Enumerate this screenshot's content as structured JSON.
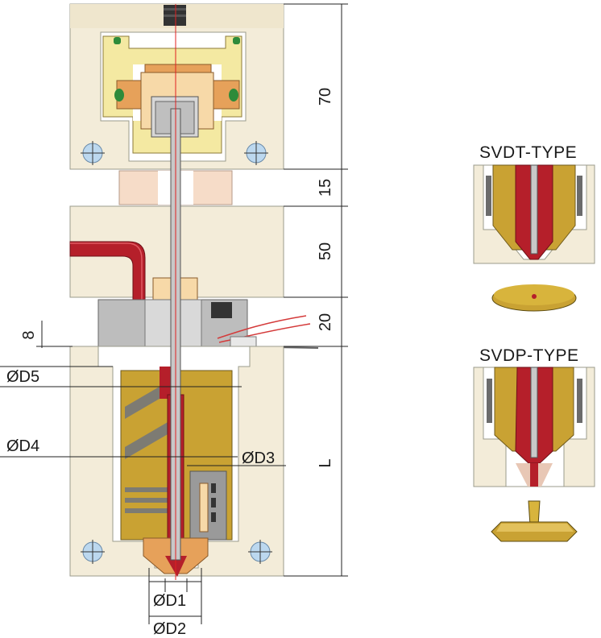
{
  "dimensions": {
    "top_plate": "70",
    "spacer": "15",
    "middle_plate": "50",
    "manifold": "20",
    "nozzle_length": "L",
    "offset": "8",
    "d5": "ØD5",
    "d4": "ØD4",
    "d3": "ØD3",
    "d1": "ØD1",
    "d2": "ØD2"
  },
  "types": {
    "svdt": "SVDT-TYPE",
    "svdp": "SVDP-TYPE"
  },
  "colors": {
    "plate": "#f3ecd9",
    "brass": "#c9a233",
    "melt": "#b51f2a",
    "steel": "#9a9a9a",
    "cream": "#f6e39a",
    "peach": "#f6dcc8"
  }
}
